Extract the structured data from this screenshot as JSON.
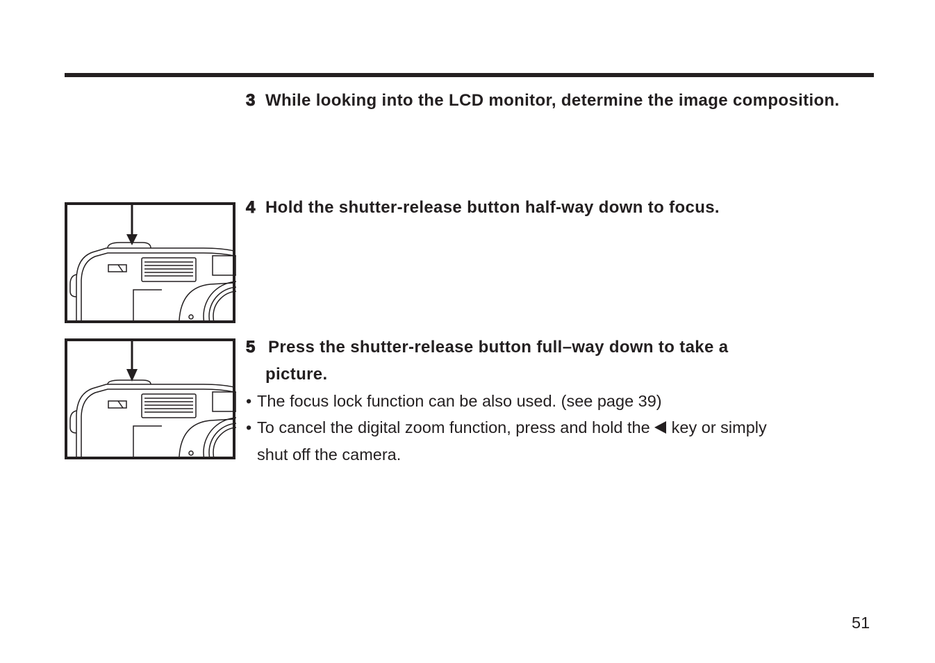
{
  "steps": [
    {
      "number": "3",
      "text": "While looking into the LCD monitor, determine the image composition."
    },
    {
      "number": "4",
      "text": "Hold the shutter-release button half-way down to focus."
    },
    {
      "number": "5",
      "text_line1": "Press the shutter-release button full–way down to take a",
      "text_line2": "picture."
    }
  ],
  "bullets": [
    {
      "marker": "•",
      "text": "The focus lock function can be also used. (see page 39)"
    },
    {
      "marker": "•",
      "text_before": "To cancel the digital zoom function, press and hold the",
      "key_icon": "left-triangle-key-icon",
      "text_after": "key or simply",
      "text_line2": "shut off the camera."
    }
  ],
  "page_number": "51"
}
